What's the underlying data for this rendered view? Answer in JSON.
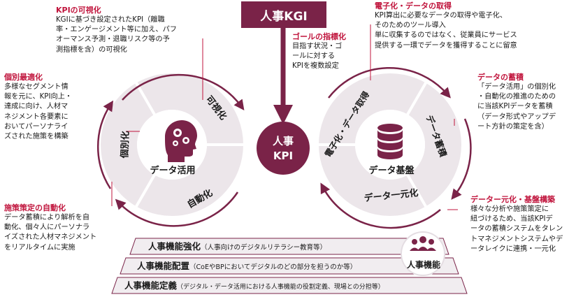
{
  "kgi": {
    "label": "人事KGI"
  },
  "goal": {
    "title": "ゴールの指標化",
    "body": "目指す状況・ゴ\nールに対する\nKPIを複数設定"
  },
  "center": {
    "line1": "人事",
    "line2": "KPI"
  },
  "left_cycle": {
    "core_label": "データ活用",
    "seg_top": "可視化",
    "seg_left": "個別化",
    "seg_bottom": "自動化"
  },
  "right_cycle": {
    "core_label": "データ基盤",
    "seg_left": "電子化・データ取得",
    "seg_right": "データ蓄積",
    "seg_bottom": "データ一元化"
  },
  "notes": {
    "kpi_visual": {
      "title": "KPIの可視化",
      "body": "KGIに基づき設定されたKPI（離職\n率・エンゲージメント等に加え、パフ\nオーマンス予測・退職リスク等の予\n測指標を含）の可視化"
    },
    "individual": {
      "title": "個別最適化",
      "body": "多様なセグメント情\n報を元に、KPI向上・\n達成に向け、人材マ\nネジメント各要素に\nおいてパーソナライ\nズされた施策を構築"
    },
    "automation": {
      "title": "施策策定の自動化",
      "body": "データ蓄積により解析を自\n動化、個々人にパーソナラ\nイズされた人材マネジメント\nをリアルタイムに実施"
    },
    "digitize": {
      "title": "電子化・データの取得",
      "body": "KPI算出に必要なデータの取得や電子化、\nそのためのツール導入\n単に収集するのではなく、従業員にサービス\n提供する一環でデータを獲得することに留意"
    },
    "accumulate": {
      "title": "データの蓄積",
      "body": "「データ活用」の個別化\n・自動化の推進のための\nに当該KPIデータを蓄積\n（データ形式やアップデ\nート方針の策定を含）"
    },
    "unify": {
      "title": "データー元化・基盤構築",
      "body": "様々な分析や施策策定に\n紐づけるため、当該KPIデ\nータの蓄積システムをタレン\nトマネジメントシステムやデ\nータレイクに連携・一元化"
    }
  },
  "hr_function": {
    "badge_label": "人事機能",
    "layers": [
      {
        "main": "人事機能強化",
        "sub": "（人事向けのデジタルリテラシー教育等）"
      },
      {
        "main": "人事機能配置",
        "sub": "（CoEやBPにおいてデジタルのどの部分を担うのか等）"
      },
      {
        "main": "人事機能定義",
        "sub": "（デジタル・データ活用における人事機能の役割定義、現場との分担等）"
      }
    ]
  },
  "colors": {
    "brand": "#7a2348",
    "accent_red": "#c0143c",
    "ring": "#ece6ea",
    "ring_edge": "#ffffff",
    "layer": "#f1edf0"
  }
}
